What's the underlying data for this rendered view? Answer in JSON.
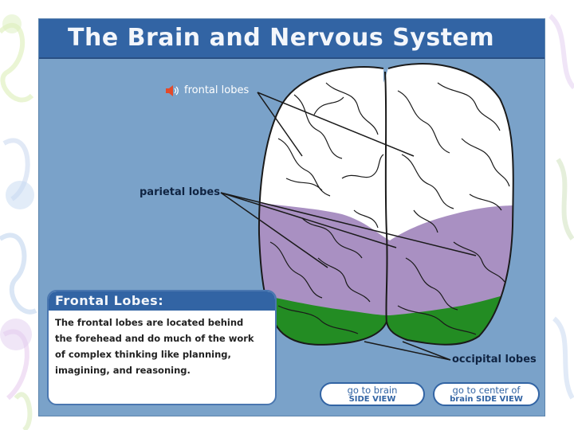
{
  "window": {
    "title": "The Brain and Nervous System"
  },
  "labels": {
    "frontal": "frontal lobes",
    "parietal": "parietal lobes",
    "occipital": "occipital lobes"
  },
  "info": {
    "title": "Frontal Lobes:",
    "line1": "The frontal lobes are located behind",
    "line2": "the forehead and do much of the work",
    "line3": "of complex thinking like planning,",
    "line4": "imagining, and reasoning."
  },
  "buttons": {
    "side_view": {
      "line1": "go to brain",
      "line2": "SIDE VIEW"
    },
    "center_view": {
      "line1": "go to center of",
      "line2": "brain SIDE VIEW"
    }
  },
  "colors": {
    "panel": "#7aa2c9",
    "title_bar": "#3264a4",
    "frontal_region": "#ffffff",
    "parietal_region": "#a990c2",
    "occipital_region": "#238c23"
  },
  "icons": {
    "speaker": "speaker-icon"
  }
}
